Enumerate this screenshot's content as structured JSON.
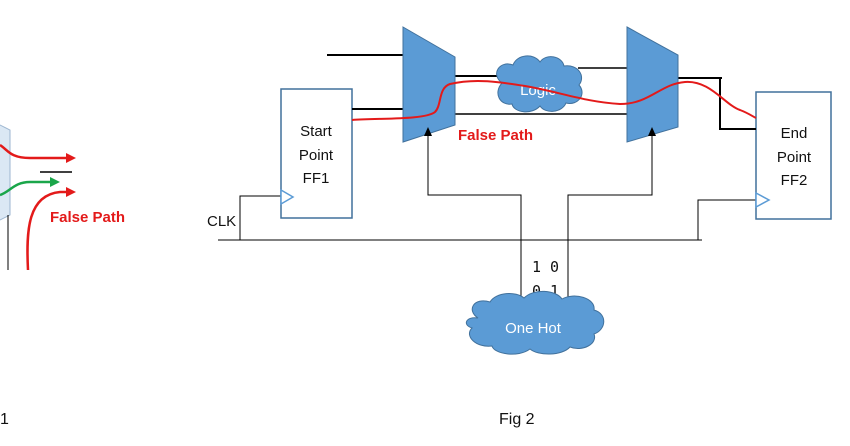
{
  "fig1": {
    "false_path_label": "False Path",
    "caption": "1"
  },
  "fig2": {
    "start_box": {
      "line1": "Start",
      "line2": "Point",
      "line3": "FF1"
    },
    "end_box": {
      "line1": "End",
      "line2": "Point",
      "line3": "FF2"
    },
    "clk_label": "CLK",
    "logic_label": "Logic",
    "false_path_label": "False Path",
    "one_hot_label": "One Hot",
    "bits_row1": "1 0",
    "bits_row2": "0 1",
    "caption": "Fig 2"
  },
  "colors": {
    "mux_fill": "#5b9bd5",
    "mux_stroke": "#41719c",
    "cloud_fill": "#5b9bd5",
    "false_path": "#e31a1a",
    "green_path": "#1aa64a",
    "wire": "#000000",
    "clock_triangle": "#5b9bd5"
  }
}
